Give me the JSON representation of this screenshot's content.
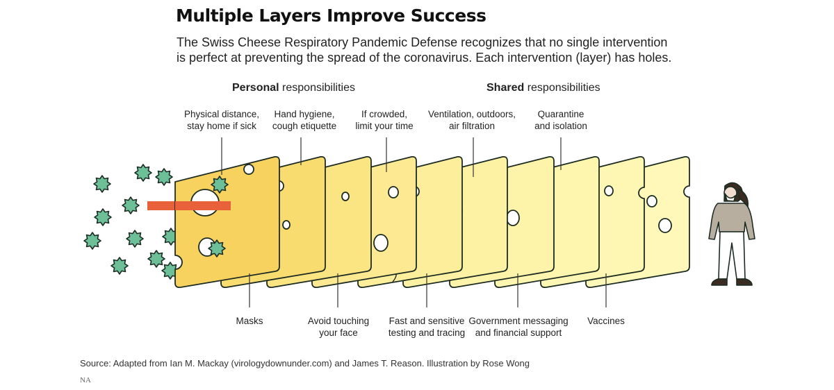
{
  "title": "Multiple Layers Improve Success",
  "subtitle": "The Swiss Cheese Respiratory Pandemic Defense recognizes that no single intervention is perfect at preventing the spread of the coronavirus. Each intervention (layer) has holes.",
  "sections": {
    "personal": {
      "bold": "Personal",
      "rest": " responsibilities"
    },
    "shared": {
      "bold": "Shared",
      "rest": " responsibilities"
    }
  },
  "top_labels": [
    "Physical distance,\nstay home if sick",
    "Hand hygiene,\ncough etiquette",
    "If crowded,\nlimit your time",
    "Ventilation, outdoors,\nair filtration",
    "Quarantine\nand isolation"
  ],
  "bottom_labels": [
    "Masks",
    "Avoid touching\nyour face",
    "Fast and sensitive\ntesting and tracing",
    "Government messaging\nand financial support",
    "Vaccines"
  ],
  "source": "Source: Adapted from Ian M. Mackay (virologydownunder.com) and James T. Reason. Illustration by Rose Wong",
  "credit": "NA",
  "colors": {
    "virus": "#6dbf98",
    "virus_stroke": "#1c2b22",
    "arrow": "#e8613a",
    "cheese_personal": [
      "#f7d25e",
      "#f9dc70",
      "#fbe482",
      "#fce991",
      "#fdee9c"
    ],
    "cheese_shared": [
      "#fdf2a4",
      "#fef4a9",
      "#fef6ae",
      "#fef7b3",
      "#fff8b8"
    ],
    "person_shirt": "#b8aea0",
    "person_pants": "#ffffff",
    "person_hair": "#3b2c22"
  },
  "icons": [
    "virus-icon",
    "mouse-icon",
    "person-icon",
    "arrow-icon"
  ]
}
